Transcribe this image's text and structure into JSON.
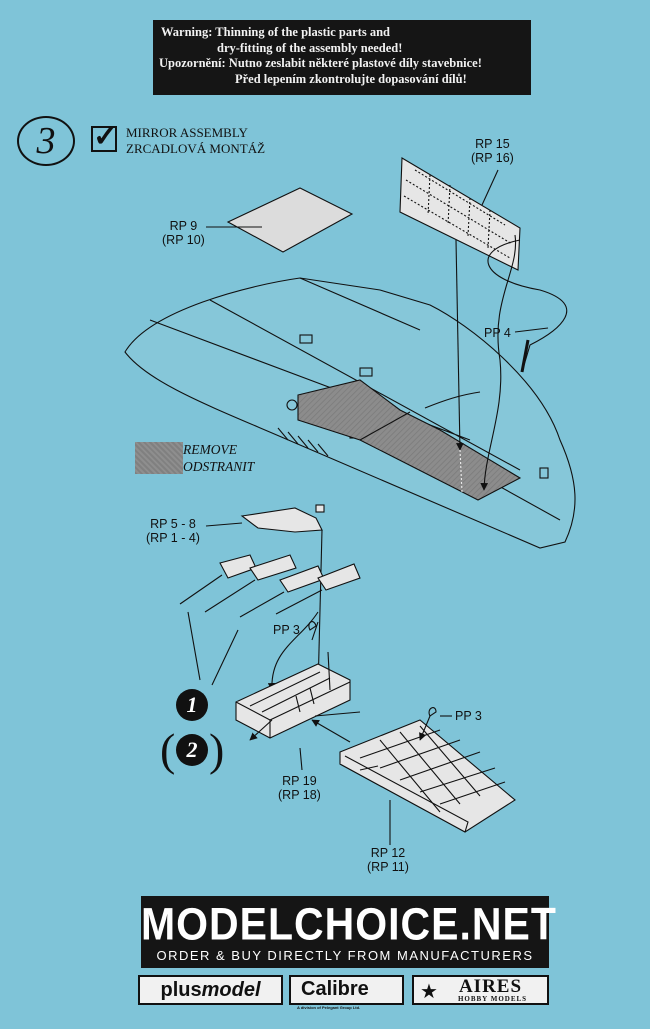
{
  "warning": {
    "line1": "Warning: Thinning of the plastic parts and",
    "line2": "dry-fitting of the assembly needed!",
    "line3": "Upozornění: Nutno zeslabit některé plastové díly stavebnice!",
    "line4": "Před lepením zkontrolujte dopasování dílů!"
  },
  "step": {
    "number": "3",
    "check_mark": "✓",
    "mirror_en": "MIRROR  ASSEMBLY",
    "mirror_cz": "ZRCADLOVÁ MONTÁŽ"
  },
  "parts": {
    "rp15": "RP 15",
    "rp16": "(RP 16)",
    "rp9": "RP 9",
    "rp10": "(RP 10)",
    "pp4": "PP 4",
    "rp5_8": "RP 5 - 8",
    "rp1_4": "(RP 1 - 4)",
    "pp3a": "PP 3",
    "pp3b": "PP 3",
    "rp19": "RP 19",
    "rp18": "(RP 18)",
    "rp12": "RP 12",
    "rp11": "(RP 11)"
  },
  "remove": {
    "en": "REMOVE",
    "cz": "ODSTRANIT",
    "color": "#8a8a8a"
  },
  "options": {
    "one": "1",
    "two": "2"
  },
  "banner": {
    "title": "MODELCHOICE.NET",
    "subtitle": "ORDER & BUY DIRECTLY FROM MANUFACTURERS"
  },
  "logos": {
    "plus": "plus",
    "model": "model",
    "calibre": "Calibre",
    "calibre_sub": "A division of Pelegant Group Ltd.",
    "aires": "AIRES",
    "aires_sub": "HOBBY MODELS",
    "star": "★"
  },
  "colors": {
    "background": "#7fc4d8",
    "ink": "#111111"
  }
}
